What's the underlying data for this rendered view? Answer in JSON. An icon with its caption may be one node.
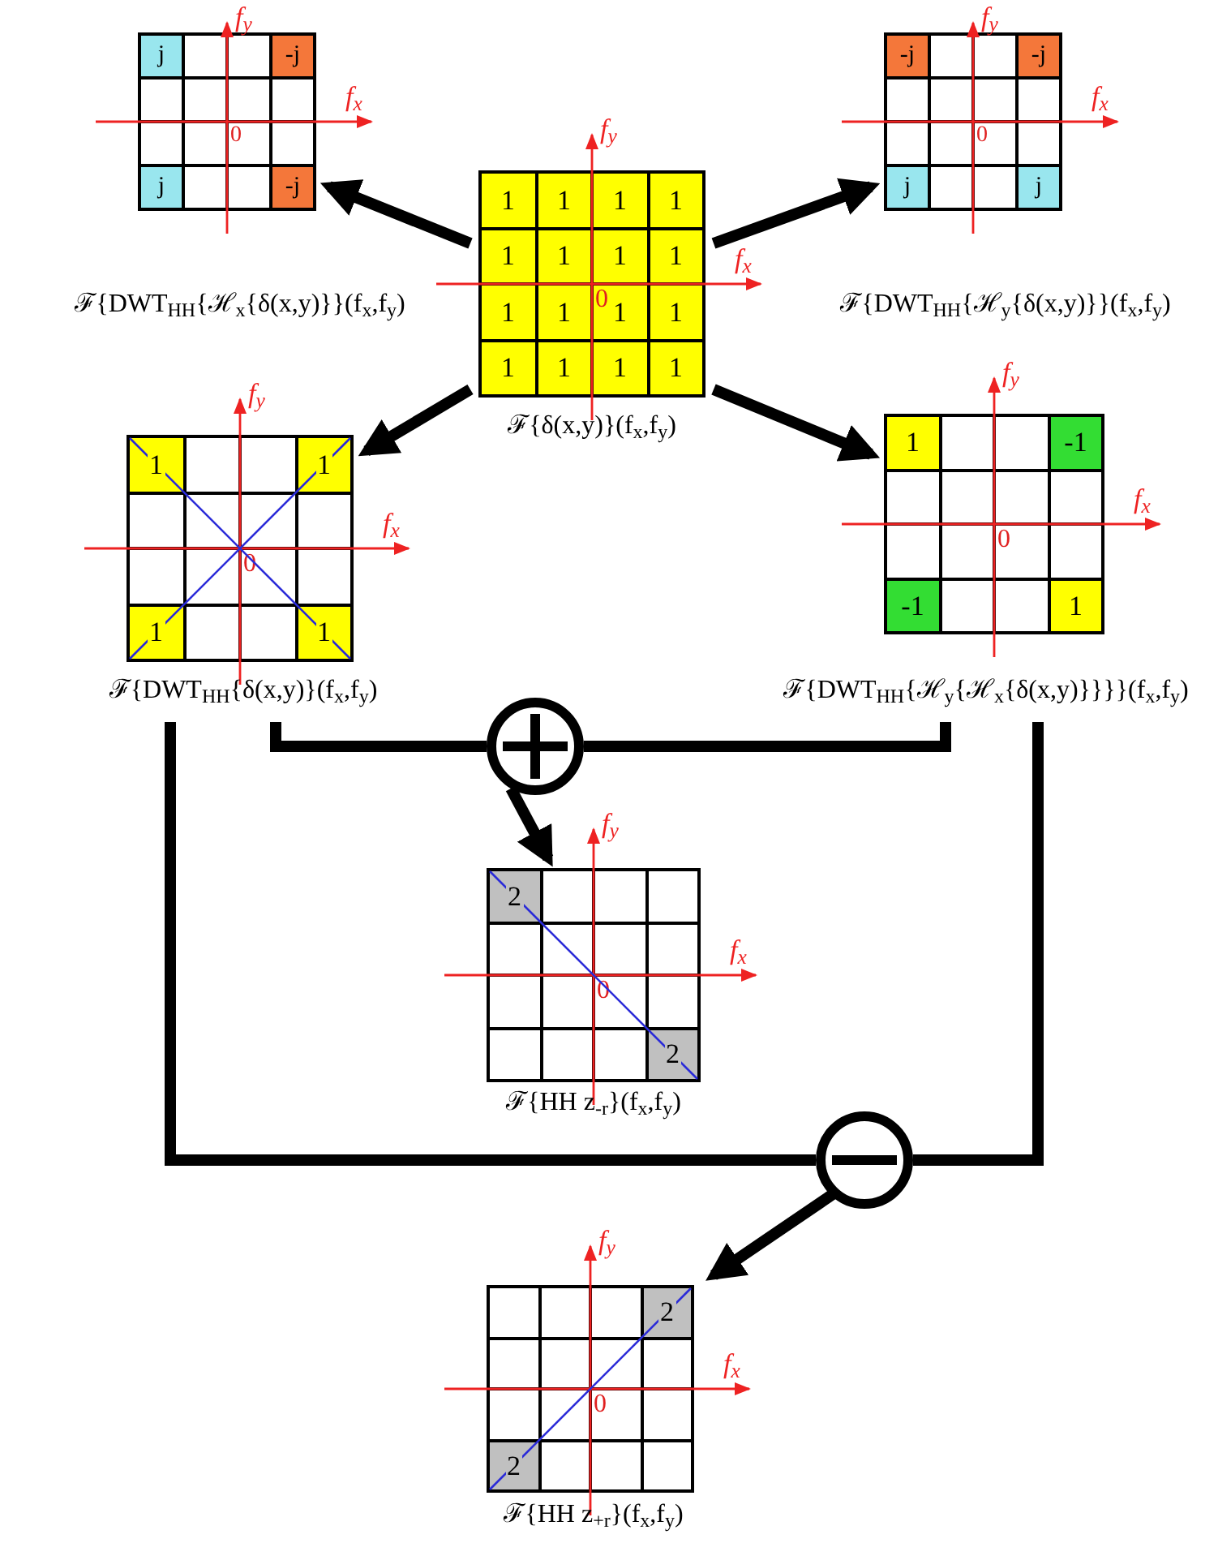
{
  "diagram": {
    "nodes": [
      {
        "text": [
          "j",
          "-j",
          "0",
          "j",
          "-j"
        ],
        "beside": [
          "f$_{y}$",
          "f$_{x}$",
          "ℱ{DWT$_{HH}${ℋ$_{x}${δ(x,y)}}(f$_{x}$,f$_{y}$)"
        ]
      },
      {
        "text": [
          "-j",
          "-j",
          "0",
          "j",
          "j"
        ],
        "beside": [
          "f$_{y}$",
          "f$_{x}$",
          "ℱ{DWT$_{HH}${ℋ$_{y}${δ(x,y)}}(f$_{x}$,f$_{y}$)"
        ]
      },
      {
        "text": [
          "1",
          "1",
          "1",
          "1",
          "1",
          "1",
          "1",
          "1",
          "0",
          "1",
          "1",
          "1",
          "1",
          "1",
          "1",
          "1",
          "1"
        ],
        "beside": [
          "f$_{y}$",
          "f$_{x}$",
          "ℱ{δ(x,y)}(f$_{x}$,f$_{y}$)"
        ]
      },
      {
        "text": [
          "1",
          "1",
          "0",
          "1",
          "1"
        ],
        "beside": [
          "f$_{y}$",
          "f$_{x}$",
          "ℱ{DWT$_{HH}${δ(x,y)}(f$_{x}$,f$_{y}$)"
        ]
      },
      {
        "text": [
          "1",
          "-1",
          "0",
          "-1",
          "1"
        ],
        "beside": [
          "f$_{y}$",
          "f$_{x}$",
          "ℱ{DWT$_{HH}${ℋ$_{y}${ℋ$_{x}${δ(x,y)}}}}(f$_{x}$,f$_{y}$)"
        ]
      },
      {
        "text": [],
        "shape": "circle"
      },
      {
        "text": [
          "2",
          "0",
          "2"
        ],
        "beside": [
          "f$_{y}$",
          "f$_{x}$",
          "ℱ{HH z$_{-r}$}(f$_{x}$,f$_{y}$)"
        ]
      },
      {
        "text": [],
        "shape": "circle"
      },
      {
        "text": [
          "2",
          "0",
          "2"
        ],
        "beside": [
          "f$_{y}$",
          "f$_{x}$",
          "ℱ{HH z$_{+r}$}(f$_{x}$,f$_{y}$)"
        ]
      }
    ],
    "edges": [
      {
        "from": 2,
        "to": 0,
        "arrow": "to"
      },
      {
        "from": 2,
        "to": 1,
        "arrow": "to"
      },
      {
        "from": 2,
        "to": 3,
        "arrow": "to"
      },
      {
        "from": 2,
        "to": 4,
        "arrow": "to"
      },
      {
        "from": 3,
        "to": 5,
        "arrow": "none"
      },
      {
        "from": 4,
        "to": 5,
        "arrow": "none"
      },
      {
        "from": 5,
        "to": 6,
        "arrow": "to"
      },
      {
        "from": 3,
        "to": 7,
        "arrow": "none"
      },
      {
        "from": 4,
        "to": 7,
        "arrow": "none"
      },
      {
        "from": 7,
        "to": 8,
        "arrow": "to"
      }
    ]
  }
}
